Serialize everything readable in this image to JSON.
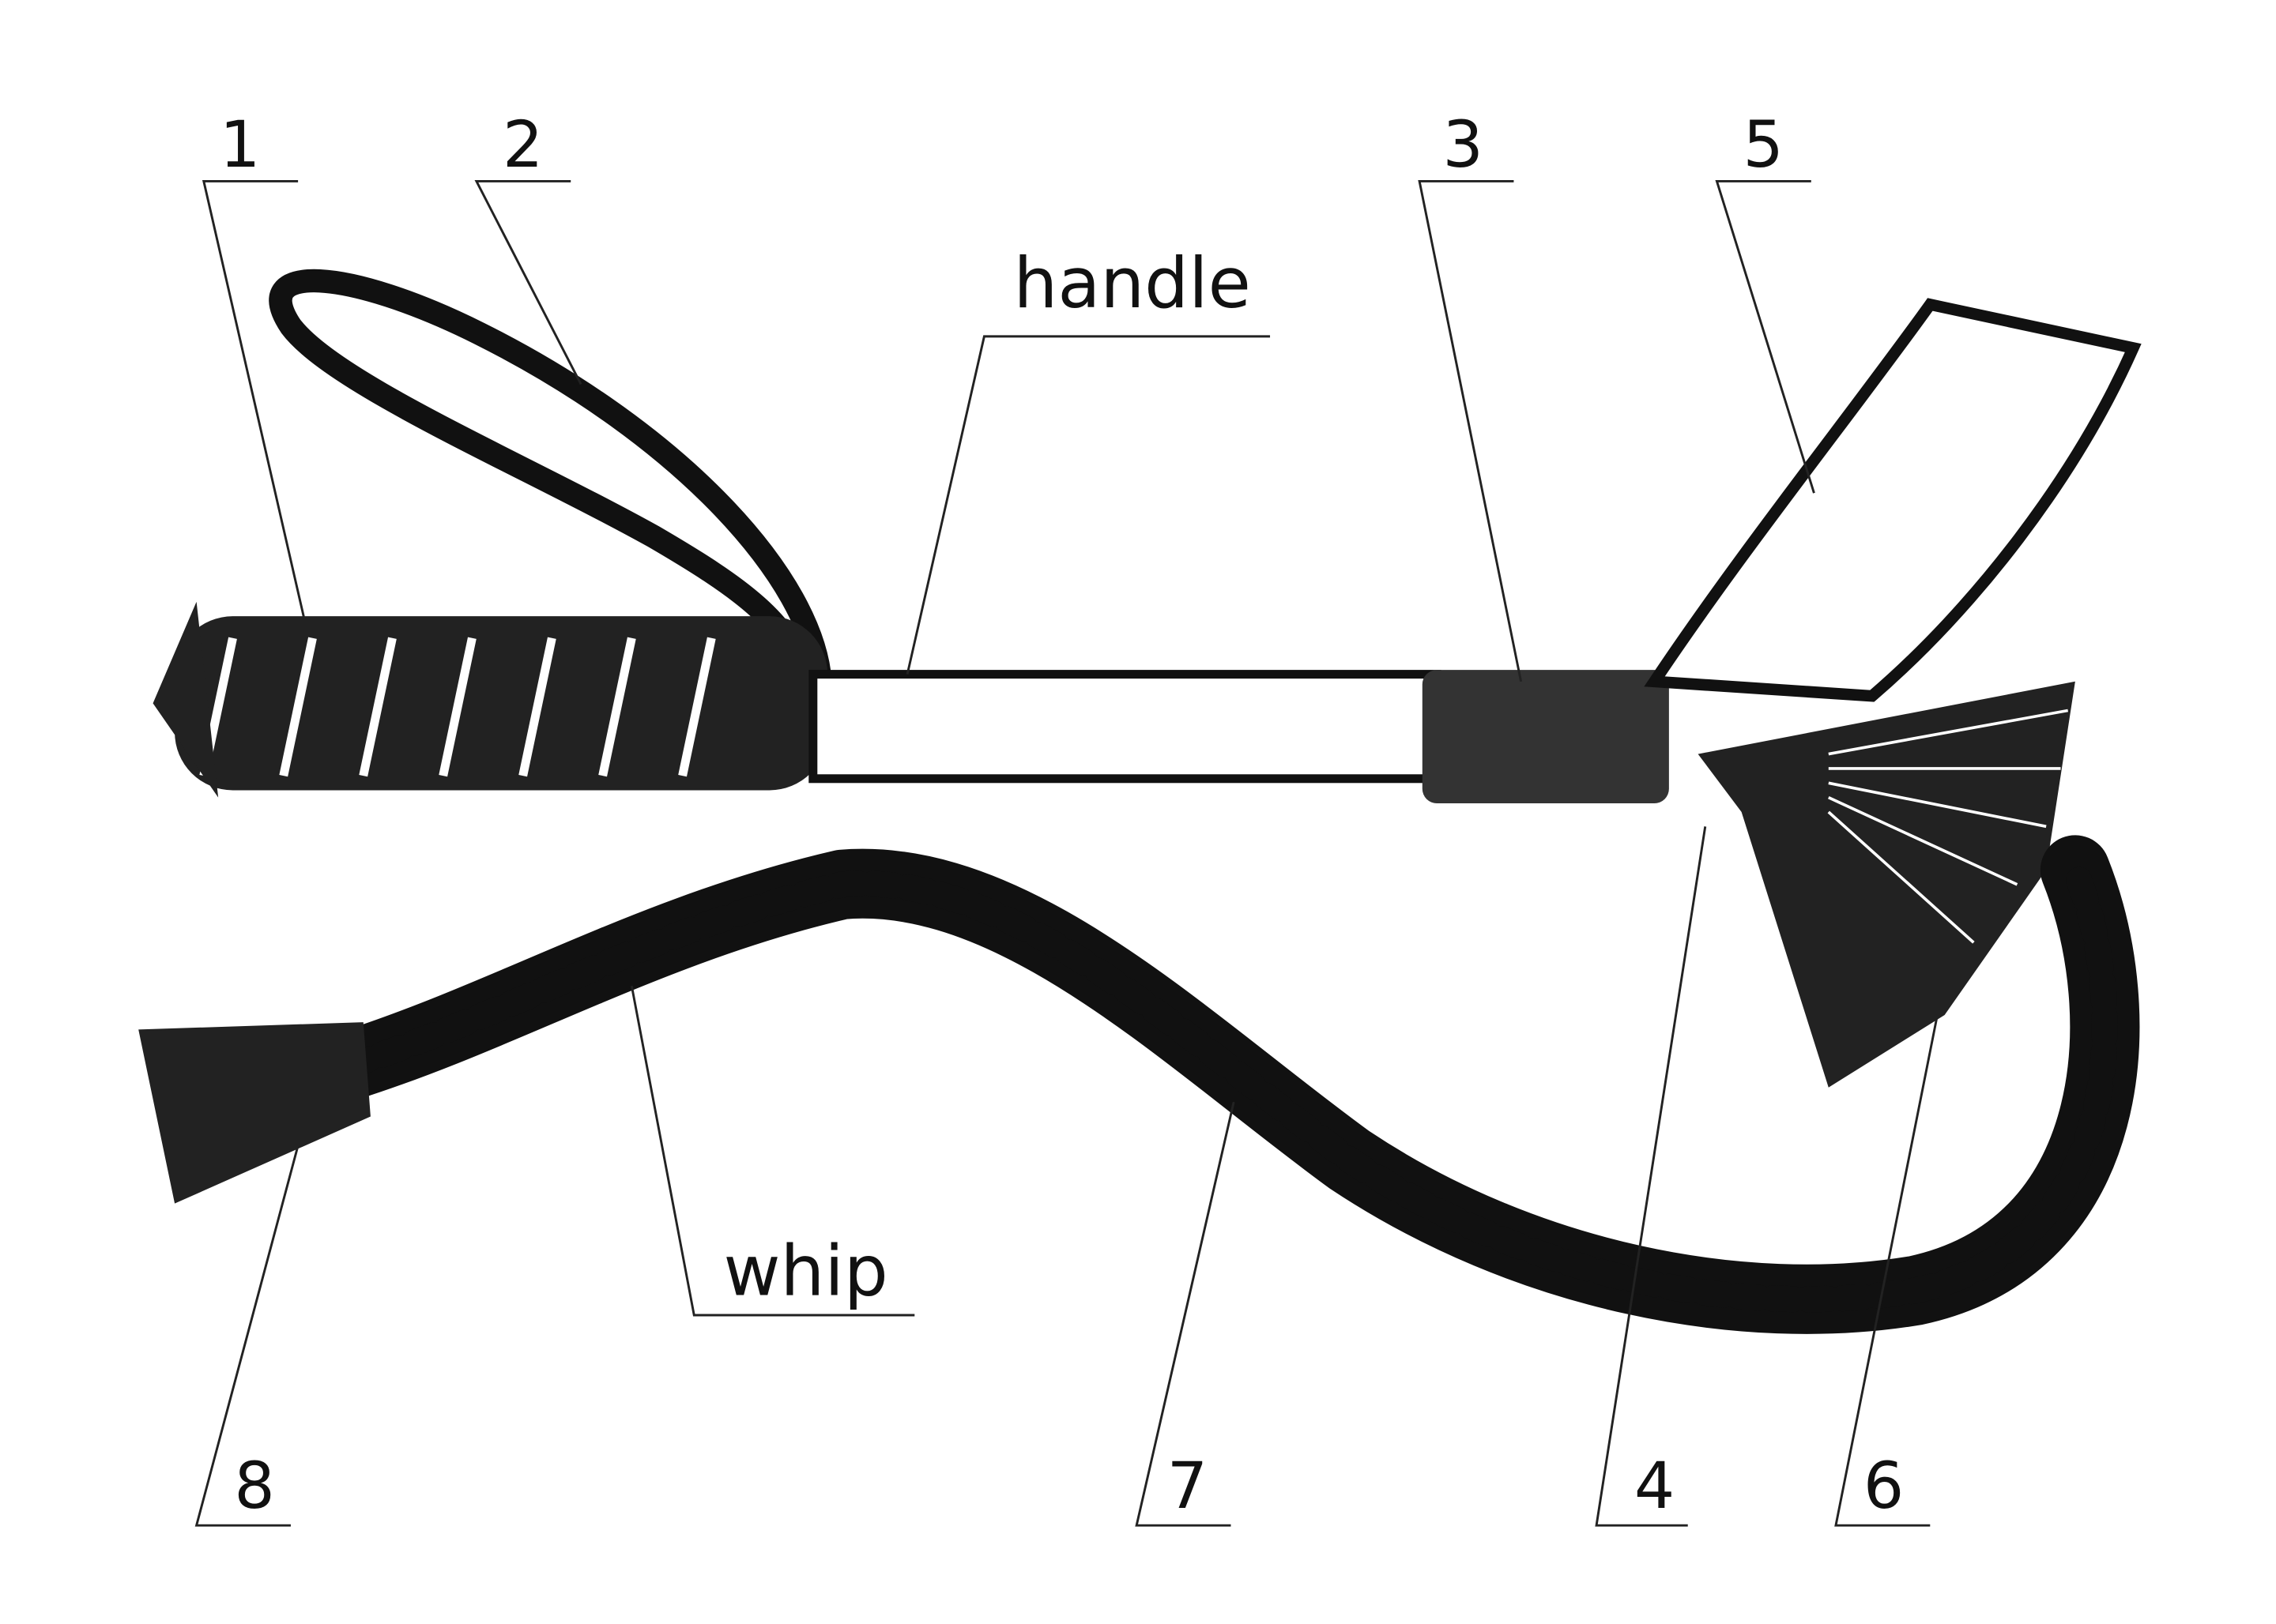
{
  "figure": {
    "labels": {
      "n1": "1",
      "n2": "2",
      "n3": "3",
      "n4": "4",
      "n5": "5",
      "n6": "6",
      "n7": "7",
      "n8": "8",
      "handle": "handle",
      "whip": "whip"
    }
  }
}
